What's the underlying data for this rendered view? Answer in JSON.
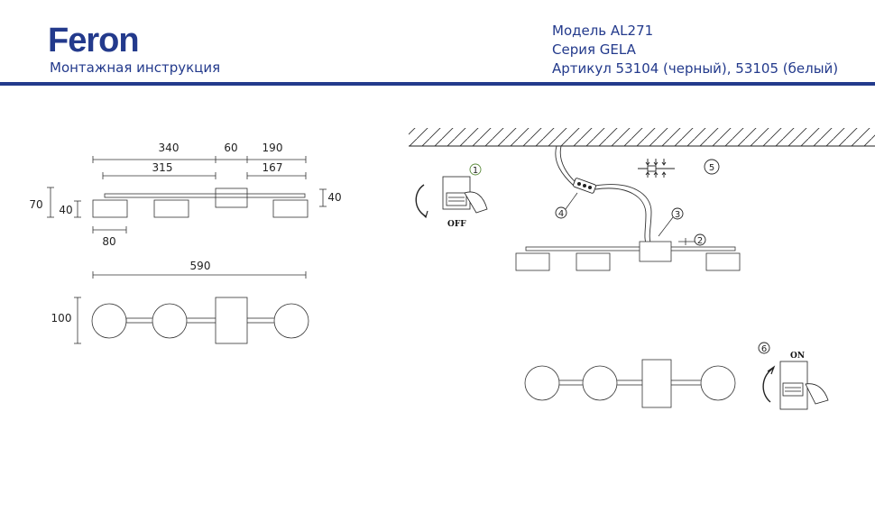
{
  "header": {
    "brand": "Feron",
    "subtitle": "Монтажная инструкция",
    "model": "Модель AL271",
    "series": "Серия GELA",
    "article": "Артикул 53104 (черный), 53105 (белый)"
  },
  "colors": {
    "brand": "#233a8c",
    "line": "#222222"
  },
  "dimensions": {
    "d340": "340",
    "d60": "60",
    "d190": "190",
    "d315": "315",
    "d167": "167",
    "d70": "70",
    "d40_left": "40",
    "d40_right": "40",
    "d80": "80",
    "d590": "590",
    "d100": "100"
  },
  "switches": {
    "off_label": "OFF",
    "on_label": "ON"
  },
  "steps": {
    "s1": "1",
    "s2": "2",
    "s3": "3",
    "s4": "4",
    "s5": "5",
    "s6": "6"
  }
}
